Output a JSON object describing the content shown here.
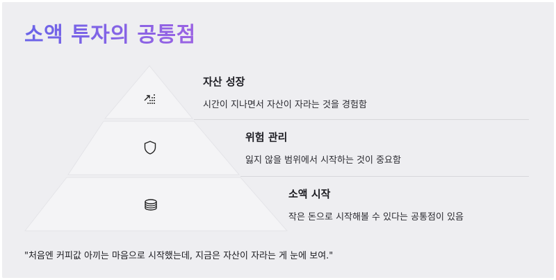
{
  "title": "소액 투자의 공통점",
  "levels": [
    {
      "title": "자산 성장",
      "description": "시간이 지나면서 자산이 자라는 것을 경험함",
      "icon": "growth-chart-icon"
    },
    {
      "title": "위험 관리",
      "description": "잃지 않을 범위에서 시작하는 것이 중요함",
      "icon": "shield-icon"
    },
    {
      "title": "소액 시작",
      "description": "작은 돈으로 시작해볼 수 있다는 공통점이 있음",
      "icon": "coin-stack-icon"
    }
  ],
  "quote": "\"처음엔 커피값 아끼는 마음으로 시작했는데, 지금은 자산이 자라는 게 눈에 보여.\"",
  "colors": {
    "title_start": "#6a63e8",
    "title_end": "#9b63e3",
    "background": "#eeeef1",
    "pyramid": "#f3f3f5"
  }
}
